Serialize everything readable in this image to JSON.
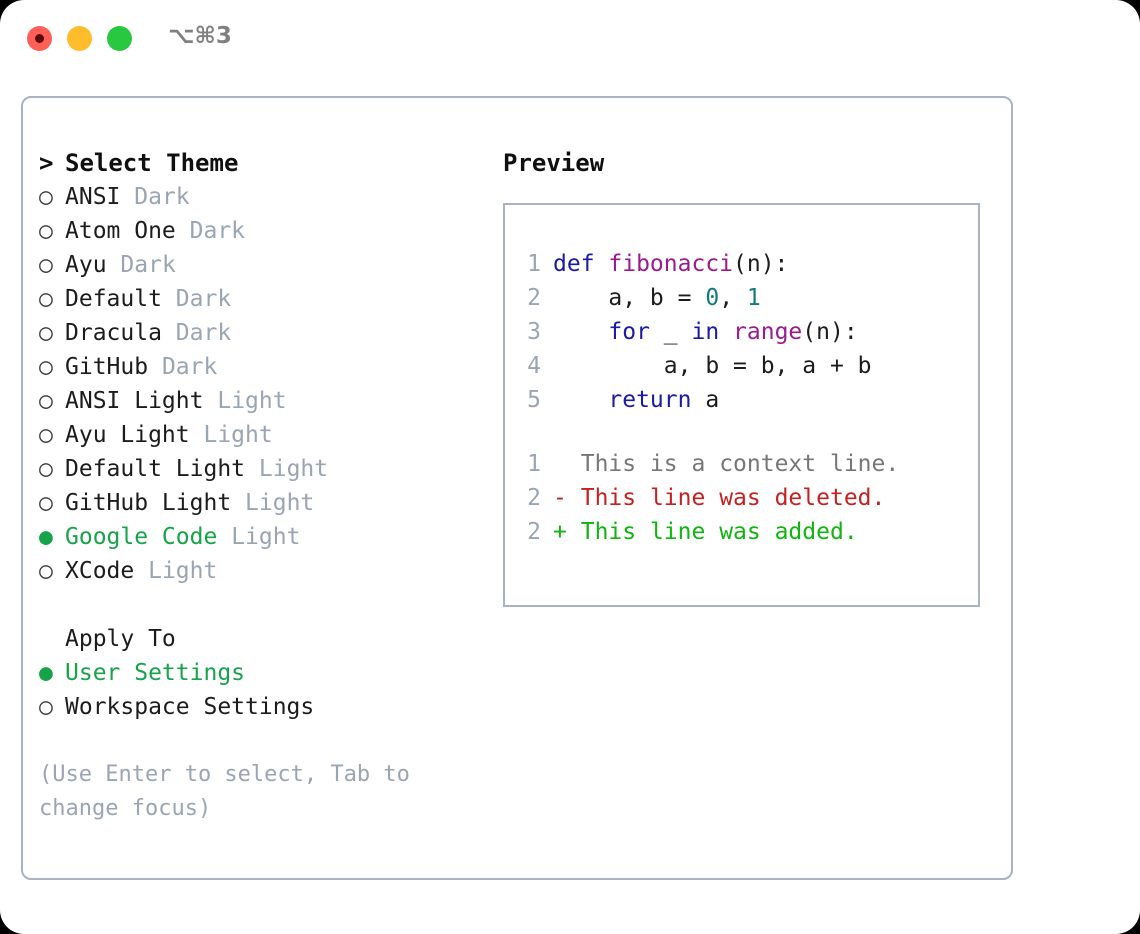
{
  "window": {
    "shortcut": "⌥⌘3",
    "traffic_lights": [
      "close",
      "minimize",
      "maximize"
    ]
  },
  "left_panel": {
    "heading_marker": ">",
    "heading": "Select Theme",
    "themes": [
      {
        "marker": "○",
        "name": "ANSI",
        "variant": "Dark",
        "selected": false
      },
      {
        "marker": "○",
        "name": "Atom One",
        "variant": "Dark",
        "selected": false
      },
      {
        "marker": "○",
        "name": "Ayu",
        "variant": "Dark",
        "selected": false
      },
      {
        "marker": "○",
        "name": "Default",
        "variant": "Dark",
        "selected": false
      },
      {
        "marker": "○",
        "name": "Dracula",
        "variant": "Dark",
        "selected": false
      },
      {
        "marker": "○",
        "name": "GitHub",
        "variant": "Dark",
        "selected": false
      },
      {
        "marker": "○",
        "name": "ANSI Light",
        "variant": "Light",
        "selected": false
      },
      {
        "marker": "○",
        "name": "Ayu Light",
        "variant": "Light",
        "selected": false
      },
      {
        "marker": "○",
        "name": "Default Light",
        "variant": "Light",
        "selected": false
      },
      {
        "marker": "○",
        "name": "GitHub Light",
        "variant": "Light",
        "selected": false
      },
      {
        "marker": "●",
        "name": "Google Code",
        "variant": "Light",
        "selected": true
      },
      {
        "marker": "○",
        "name": "XCode",
        "variant": "Light",
        "selected": false
      }
    ],
    "apply_to": {
      "label": "Apply To",
      "options": [
        {
          "marker": "●",
          "name": "User Settings",
          "selected": true
        },
        {
          "marker": "○",
          "name": "Workspace Settings",
          "selected": false
        }
      ]
    },
    "hint_line1": "(Use Enter to select, Tab to",
    "hint_line2": "change focus)"
  },
  "right_panel": {
    "title": "Preview",
    "code_lines": [
      {
        "ln": "1",
        "tokens": [
          {
            "t": "def ",
            "c": "kw"
          },
          {
            "t": "fibonacci",
            "c": "fn"
          },
          {
            "t": "(n):",
            "c": "plain"
          }
        ]
      },
      {
        "ln": "2",
        "tokens": [
          {
            "t": "    a, b = ",
            "c": "plain"
          },
          {
            "t": "0",
            "c": "num"
          },
          {
            "t": ", ",
            "c": "plain"
          },
          {
            "t": "1",
            "c": "num"
          }
        ]
      },
      {
        "ln": "3",
        "tokens": [
          {
            "t": "    ",
            "c": "plain"
          },
          {
            "t": "for",
            "c": "kw"
          },
          {
            "t": " _ ",
            "c": "plain"
          },
          {
            "t": "in",
            "c": "kw"
          },
          {
            "t": " ",
            "c": "plain"
          },
          {
            "t": "range",
            "c": "fn"
          },
          {
            "t": "(n):",
            "c": "plain"
          }
        ]
      },
      {
        "ln": "4",
        "tokens": [
          {
            "t": "        a, b = b, a + b",
            "c": "plain"
          }
        ]
      },
      {
        "ln": "5",
        "tokens": [
          {
            "t": "    ",
            "c": "plain"
          },
          {
            "t": "return",
            "c": "kw"
          },
          {
            "t": " a",
            "c": "plain"
          }
        ]
      }
    ],
    "diff_lines": [
      {
        "ln": "1",
        "sign": " ",
        "text": "This is a context line.",
        "kind": "context"
      },
      {
        "ln": "2",
        "sign": "-",
        "text": "This line was deleted.",
        "kind": "deleted"
      },
      {
        "ln": "2",
        "sign": "+",
        "text": "This line was added.",
        "kind": "added"
      }
    ]
  },
  "colors": {
    "accent_green": "#16a34a",
    "dim_gray": "#9aa5b4",
    "border": "#a9b4c2",
    "keyword_blue": "#1a1aa6",
    "function_purple": "#9b1a8f",
    "number_teal": "#147a7a",
    "diff_delete_red": "#c42121",
    "diff_add_green": "#10b510"
  }
}
